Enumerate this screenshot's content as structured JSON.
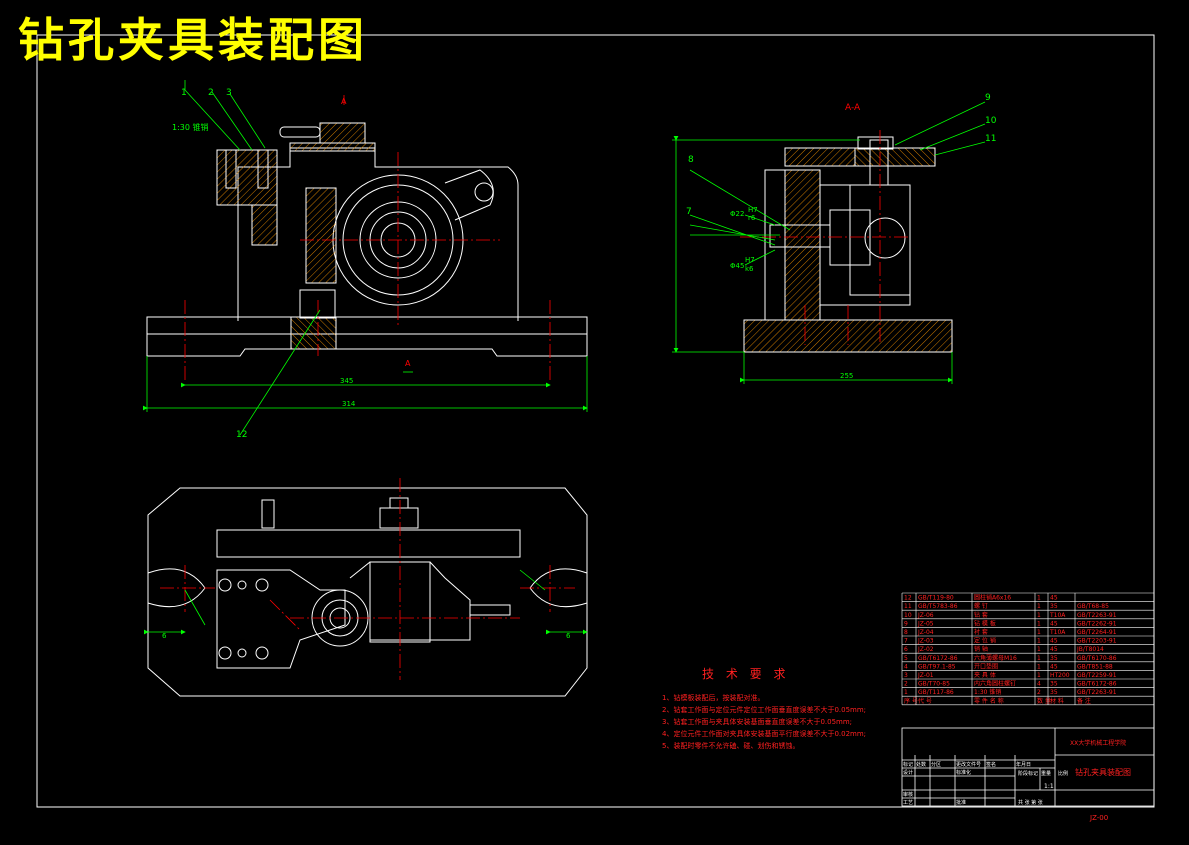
{
  "title": "钻孔夹具装配图",
  "colors": {
    "background": "#000000",
    "outline": "#ffffff",
    "dimension": "#00ff00",
    "hatch": "#ff9900",
    "centerline": "#ff0000",
    "title": "#ffff00",
    "text": "#ff2020"
  },
  "front_view": {
    "balloons": [
      "1",
      "2",
      "3",
      "12"
    ],
    "note": "1:30 锥销",
    "dims": {
      "inner": "345",
      "overall": "314"
    },
    "section_mark": "A"
  },
  "side_view": {
    "section_label": "A-A",
    "balloons": [
      "9",
      "10",
      "11",
      "8",
      "7"
    ],
    "dims": {
      "fit1": "H7",
      "fit1b": "r6",
      "fit2": "H7",
      "fit2b": "k6",
      "d1": "Φ22",
      "d2": "Φ45",
      "width": "255"
    }
  },
  "top_view": {
    "dims": {
      "left": "6",
      "right": "6"
    }
  },
  "tech_requirements": {
    "heading": "技 术 要 求",
    "items": [
      "1、钻模板装配后，按装配对准。",
      "2、钻套工作面与定位元件定位工作面垂直度误差不大于0.05mm;",
      "3、钻套工作面与夹具体安装基面垂直度误差不大于0.05mm;",
      "4、定位元件工作面对夹具体安装基面平行度误差不大于0.02mm;",
      "5、装配时零件不允许磕、碰、划伤和锈蚀。"
    ]
  },
  "bom": {
    "rows": [
      [
        "12",
        "GB/T119-80",
        "圆柱销A6x16",
        "1",
        "45",
        ""
      ],
      [
        "11",
        "GB/T5783-86",
        "螺 钉",
        "1",
        "35",
        "GB/T68-85"
      ],
      [
        "10",
        "JZ-06",
        "钻 套",
        "1",
        "T10A",
        "GB/T2263-91"
      ],
      [
        "9",
        "JZ-05",
        "钻 模 板",
        "1",
        "45",
        "GB/T2262-91"
      ],
      [
        "8",
        "JZ-04",
        "衬 套",
        "1",
        "T10A",
        "GB/T2264-91"
      ],
      [
        "7",
        "JZ-03",
        "定 位 销",
        "1",
        "45",
        "GB/T2203-91"
      ],
      [
        "6",
        "JZ-02",
        "销 轴",
        "1",
        "45",
        "JB/T8014"
      ],
      [
        "5",
        "GB/T6172-86",
        "六角薄螺母M16",
        "1",
        "35",
        "GB/T6170-86"
      ],
      [
        "4",
        "GB/T97.1-85",
        "开口垫圈",
        "1",
        "45",
        "GB/T851-88"
      ],
      [
        "3",
        "JZ-01",
        "夹 具 体",
        "1",
        "HT200",
        "GB/T2259-91"
      ],
      [
        "2",
        "GB/T70-85",
        "内六角圆柱螺钉",
        "4",
        "35",
        "GB/T6172-86"
      ],
      [
        "1",
        "GB/T117-86",
        "1:30 锥销",
        "2",
        "35",
        "GB/T2263-91"
      ]
    ],
    "header": [
      "序 号",
      "代 号",
      "零 件 名 称",
      "数 量",
      "材 料",
      "备 注"
    ],
    "block": {
      "school": "XX大学机械工程学院",
      "drawing_name": "钻孔夹具装配图",
      "drawing_no": "JZ-00",
      "scale": "1:1",
      "labels": [
        "标记",
        "处数",
        "分区",
        "更改文件号",
        "签名",
        "年月日",
        "设计",
        "标准化",
        "审核",
        "工艺",
        "批准",
        "阶段标记",
        "重量",
        "比例",
        "共 张 第 张"
      ]
    }
  }
}
